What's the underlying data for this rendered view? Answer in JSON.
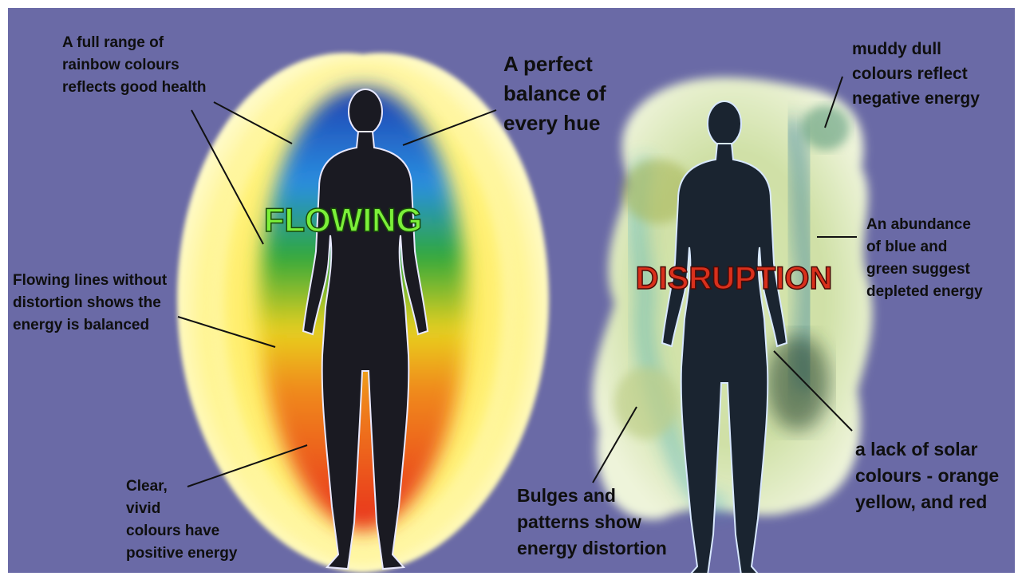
{
  "title_left": "FLOWING",
  "title_right": "DISRUPTION",
  "labels": {
    "rainbow": "A full range of\nrainbow colours\nreflects good health",
    "balance": "A perfect\nbalance of\nevery hue",
    "flowing_lines": "Flowing lines without\ndistortion shows the\nenergy is balanced",
    "clear": "Clear,\nvivid\ncolours have\npositive energy",
    "muddy": "muddy dull\ncolours reflect\nnegative energy",
    "abundance": "An abundance\nof blue and\ngreen suggest\ndepleted energy",
    "solar": "a lack of solar\ncolours - orange\nyellow, and red",
    "bulges": "Bulges and\npatterns show\nenergy distortion"
  },
  "colors": {
    "background": "#6a6aa6",
    "flowing_text": "#7cf03a",
    "disruption_text": "#d9301c"
  }
}
